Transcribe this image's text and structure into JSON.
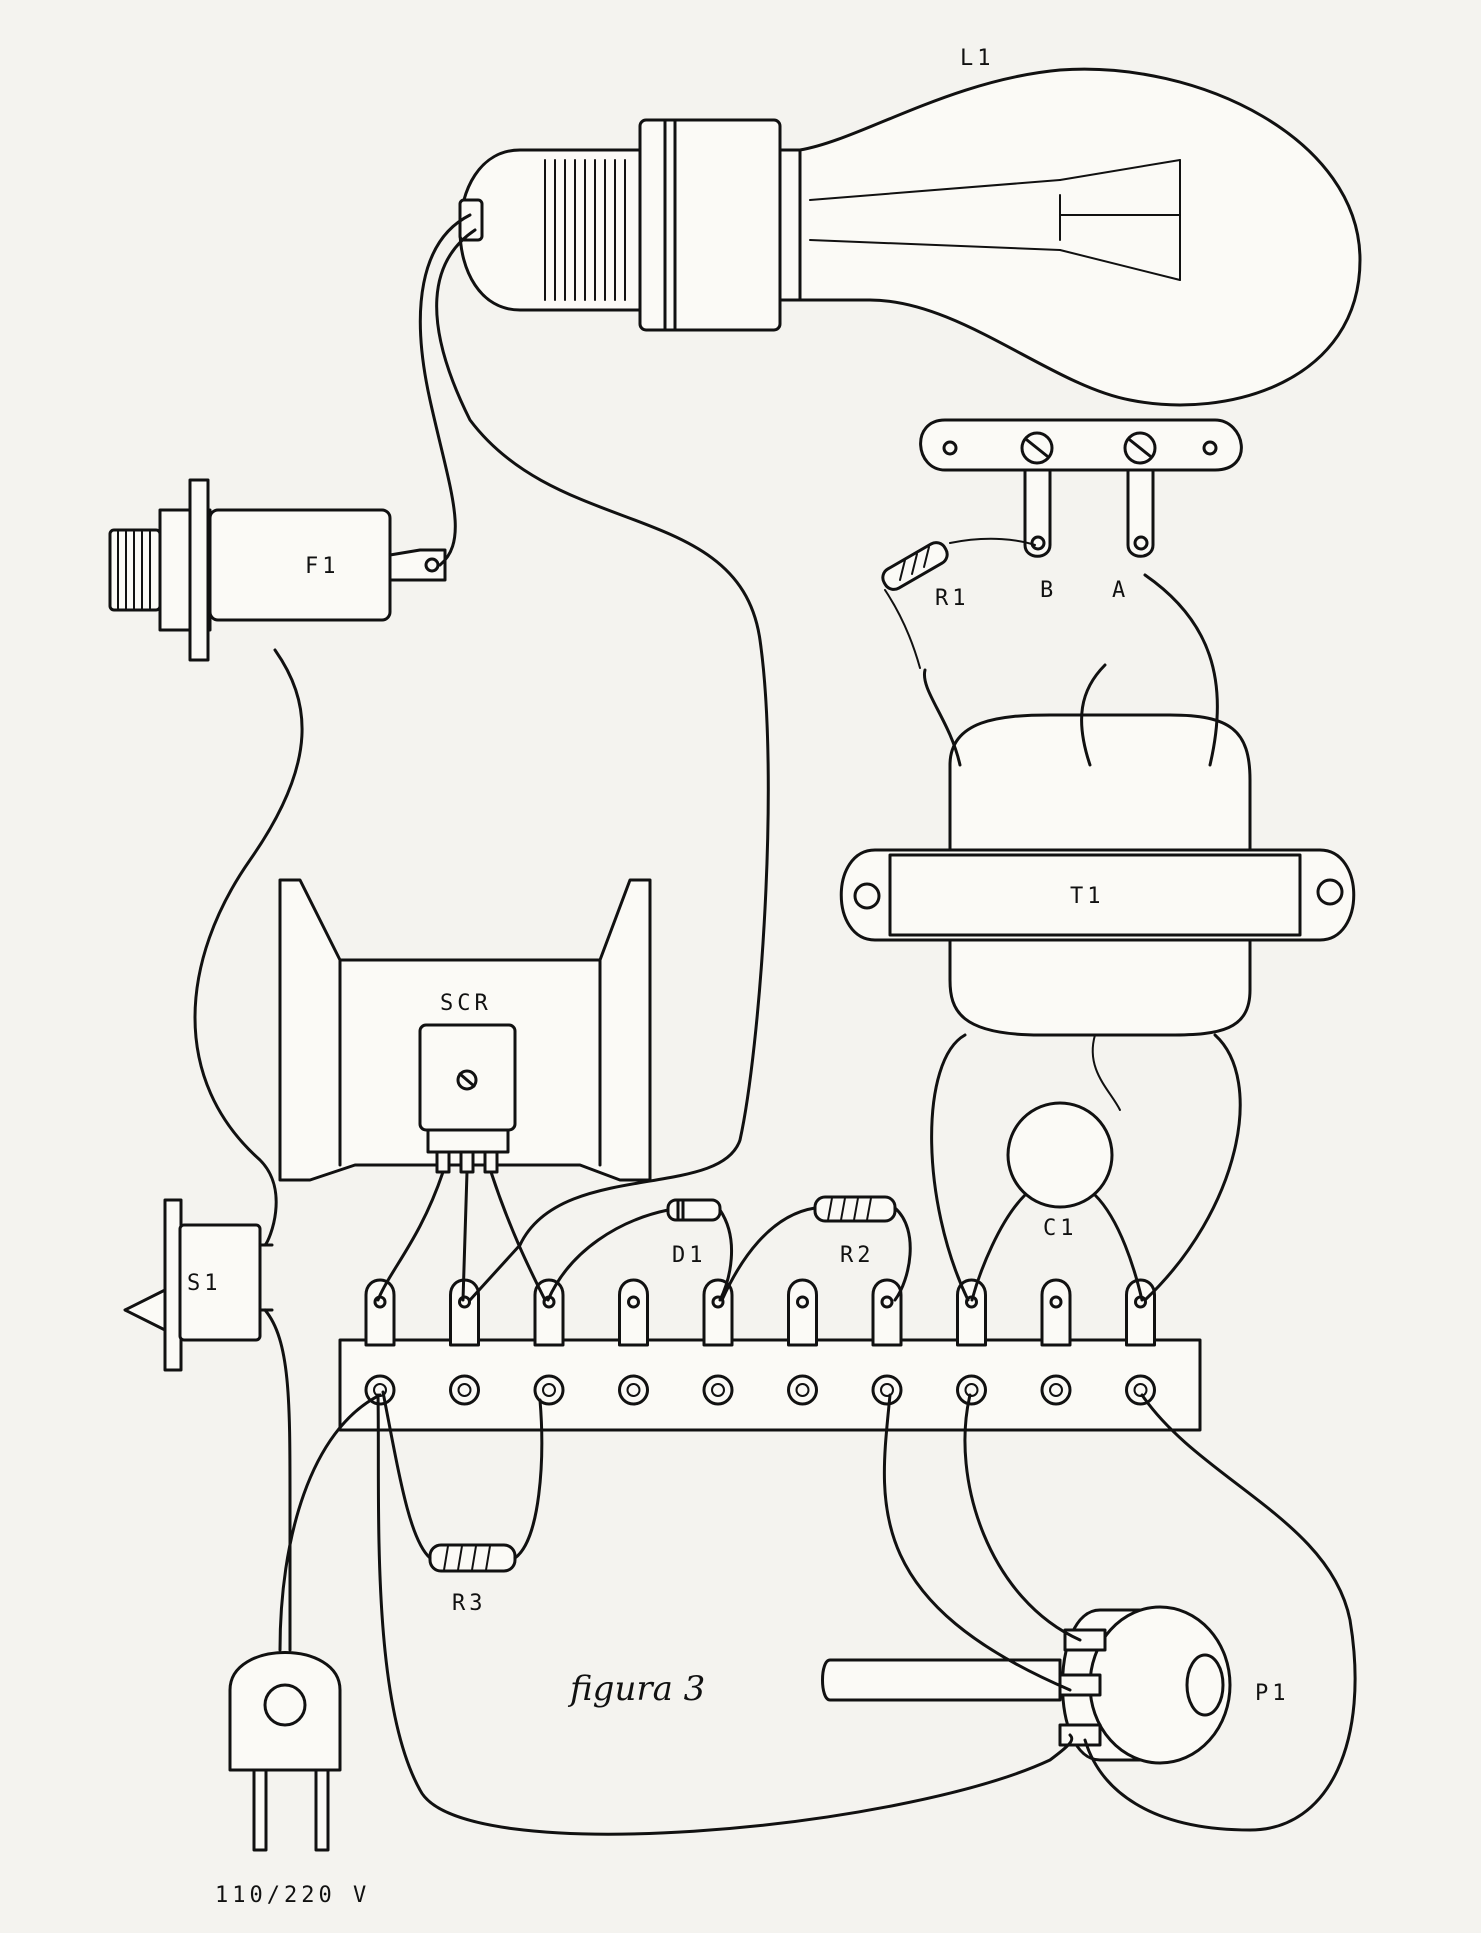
{
  "caption": "figura 3",
  "labels": {
    "lamp": "L1",
    "fuse": "F1",
    "resistor1": "R1",
    "terminal_b": "B",
    "terminal_a": "A",
    "transformer": "T1",
    "scr": "SCR",
    "switch": "S1",
    "diode": "D1",
    "resistor2": "R2",
    "capacitor": "C1",
    "resistor3": "R3",
    "potentiometer": "P1",
    "mains": "110/220 V"
  },
  "terminal_strip": {
    "lugs": 10
  }
}
